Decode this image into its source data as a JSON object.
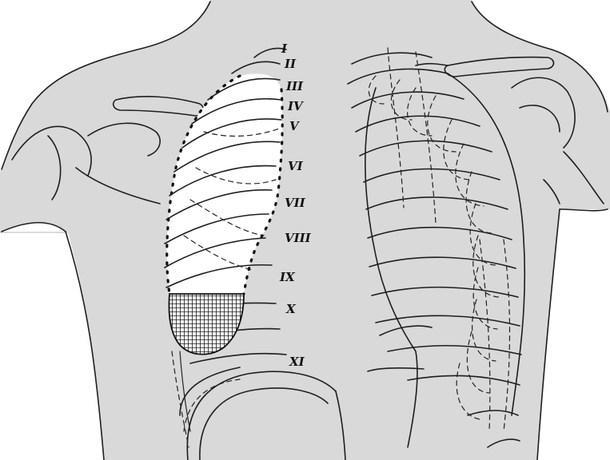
{
  "figure": {
    "background_color": "#d9d9d9",
    "lung_color": "#ffffff",
    "hatch_color": "#1a1a1a",
    "rib_labels": [
      "I",
      "II",
      "III",
      "IV",
      "V",
      "VI",
      "VII",
      "VIII",
      "IX",
      "X",
      "XI"
    ]
  }
}
